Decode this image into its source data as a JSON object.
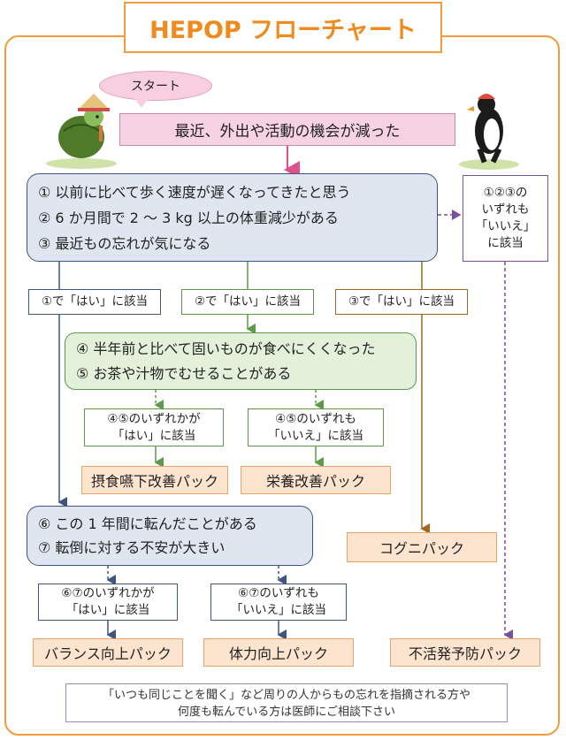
{
  "title": "HEPOP フローチャート",
  "start_bubble": "スタート",
  "start_statement": "最近、外出や活動の機会が減った",
  "main_questions": [
    "① 以前に比べて歩く速度が遅くなってきたと思う",
    "② 6 か月間で 2 ～ 3 kg 以上の体重減少がある",
    "③ 最近もの忘れが気になる"
  ],
  "all_no_box": [
    "①②③の",
    "いずれも",
    "「いいえ」",
    "に該当"
  ],
  "branch_labels": {
    "q1_yes": "①で「はい」に該当",
    "q2_yes": "②で「はい」に該当",
    "q3_yes": "③で「はい」に該当"
  },
  "oral_questions": [
    "④ 半年前と比べて固いものが食べにくくなった",
    "⑤ お茶や汁物でむせることがある"
  ],
  "oral_conditions": {
    "any_yes": [
      "④⑤のいずれかが",
      "「はい」に該当"
    ],
    "all_no": [
      "④⑤のいずれも",
      "「いいえ」に該当"
    ]
  },
  "fall_questions": [
    "⑥ この 1 年間に転んだことがある",
    "⑦ 転倒に対する不安が大きい"
  ],
  "fall_conditions": {
    "any_yes": [
      "⑥⑦のいずれかが",
      "「はい」に該当"
    ],
    "all_no": [
      "⑥⑦のいずれも",
      "「いいえ」に該当"
    ]
  },
  "packs": {
    "swallow": "摂食嚥下改善パック",
    "nutrition": "栄養改善パック",
    "cognition": "コグニパック",
    "balance": "バランス向上パック",
    "strength": "体力向上パック",
    "inactivity": "不活発予防パック"
  },
  "footer_note": [
    "「いつも同じことを聞く」など周りの人からもの忘れを指摘される方や",
    "何度も転んでいる方は医師にご相談下さい"
  ],
  "colors": {
    "orange_border": "#f39a3a",
    "title_text": "#f08a1c",
    "pink": "#f6d2e3",
    "arrow_pink": "#e0508a",
    "navy": "#3e567f",
    "green": "#5c9a47",
    "brown": "#a0691f",
    "purple": "#7a4f9c",
    "pack_fill": "#fde4cf"
  }
}
